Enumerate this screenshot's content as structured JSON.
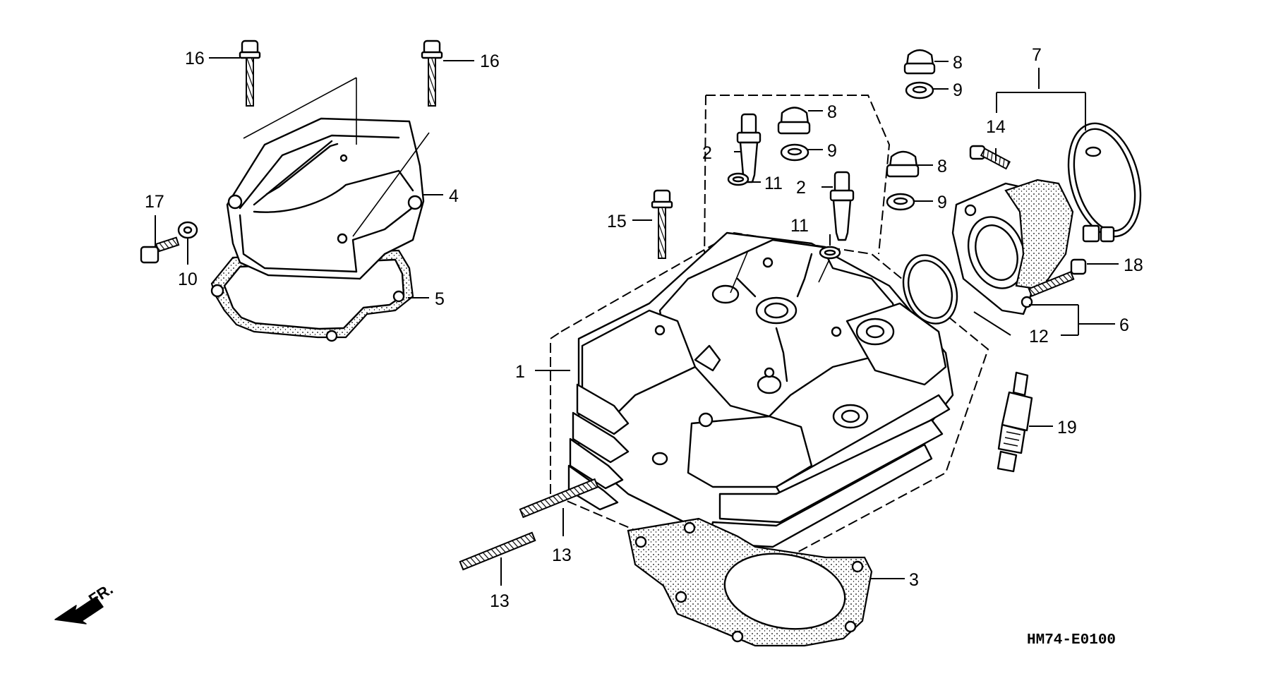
{
  "diagram": {
    "drawing_code": "HM74-E0100",
    "front_indicator": "FR.",
    "callouts": {
      "c1": "1",
      "c2a": "2",
      "c2b": "2",
      "c3": "3",
      "c4": "4",
      "c5": "5",
      "c6": "6",
      "c7": "7",
      "c8a": "8",
      "c8b": "8",
      "c8c": "8",
      "c9a": "9",
      "c9b": "9",
      "c9c": "9",
      "c10": "10",
      "c11a": "11",
      "c11b": "11",
      "c12": "12",
      "c13a": "13",
      "c13b": "13",
      "c14": "14",
      "c15": "15",
      "c16a": "16",
      "c16b": "16",
      "c17": "17",
      "c18": "18",
      "c19": "19"
    }
  }
}
